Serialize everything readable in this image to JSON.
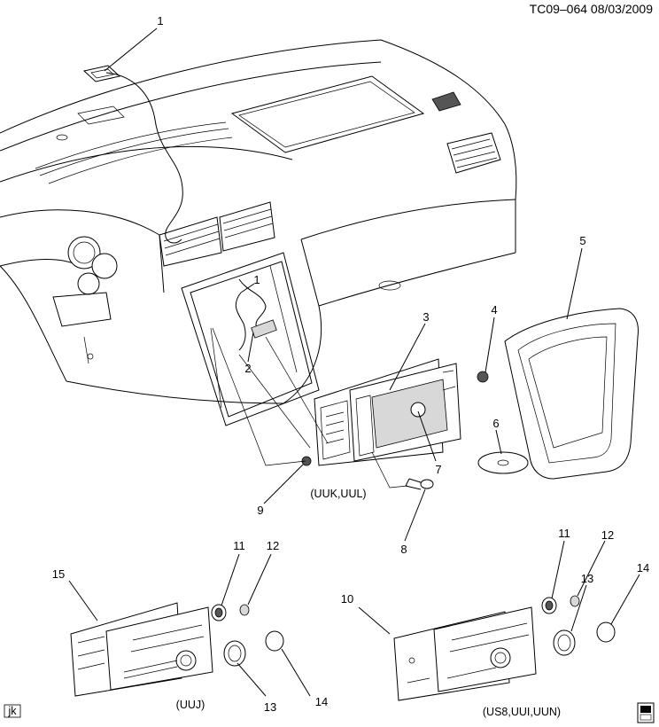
{
  "header": {
    "ref": "TC09–064  08/03/2009"
  },
  "callouts": [
    "1",
    "1",
    "2",
    "3",
    "4",
    "5",
    "6",
    "7",
    "8",
    "9",
    "11",
    "12",
    "15",
    "13",
    "14",
    "10",
    "11",
    "12",
    "13",
    "14"
  ],
  "captions": {
    "center": "(UUK,UUL)",
    "left": "(UUJ)",
    "right": "(US8,UUI,UUN)"
  },
  "corner_mark": "jk",
  "logo_icon": "document-book-icon"
}
